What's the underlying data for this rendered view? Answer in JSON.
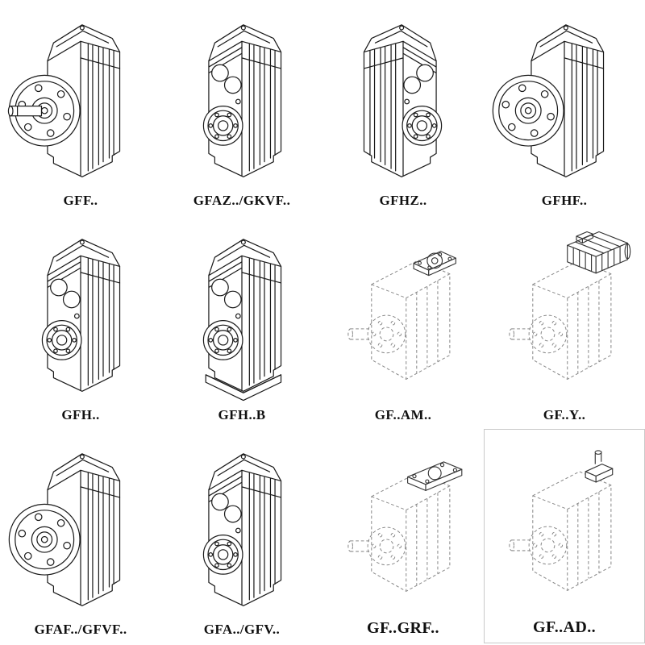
{
  "colors": {
    "ink": "#1a1a1a",
    "phantom": "#8a8a8a",
    "attach": "#333333",
    "paper": "#ffffff"
  },
  "cells": [
    {
      "label": "GFF..",
      "drawing": "gearbox-flange-output-shaft"
    },
    {
      "label": "GFAZ../GKVF..",
      "drawing": "gearbox-hollow-shaft-bores"
    },
    {
      "label": "GFHZ..",
      "drawing": "gearbox-hollow-shaft-bores-mirrored"
    },
    {
      "label": "GFHF..",
      "drawing": "gearbox-output-flange"
    },
    {
      "label": "GFH..",
      "drawing": "gearbox-hollow-shaft-bores"
    },
    {
      "label": "GFH..B",
      "drawing": "gearbox-hollow-shaft-bores-with-base"
    },
    {
      "label": "GF..AM..",
      "drawing": "gearbox-phantom-input-flange-adapter"
    },
    {
      "label": "GF..Y..",
      "drawing": "gearbox-phantom-with-motor"
    },
    {
      "label": "GFAF../GFVF..",
      "drawing": "gearbox-output-flange"
    },
    {
      "label": "GFA../GFV..",
      "drawing": "gearbox-hollow-shaft-bores"
    },
    {
      "label": "GF..GRF..",
      "drawing": "gearbox-phantom-square-input-flange"
    },
    {
      "label": "GF..AD..",
      "drawing": "gearbox-phantom-input-shaft-adapter"
    }
  ]
}
